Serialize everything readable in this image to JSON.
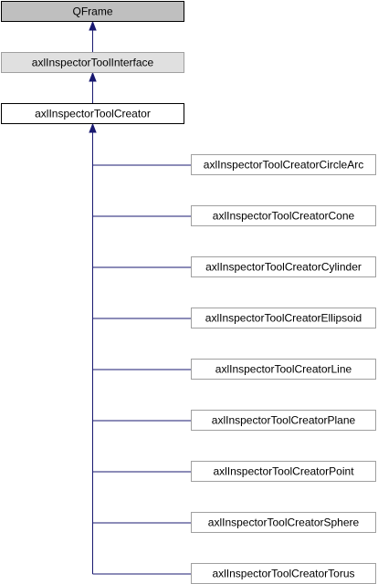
{
  "diagram": {
    "type": "class-inheritance",
    "colors": {
      "edge": "#191970",
      "ancestor_fill": "#bfbfbf",
      "base_fill": "#e0e0e0",
      "current_fill": "#ffffff",
      "child_fill": "#ffffff",
      "ancestor_border": "#000000",
      "base_border": "#a0a0a0",
      "child_border": "#a0a0a0"
    },
    "nodes": [
      {
        "id": "qframe",
        "label": "QFrame",
        "role": "ancestor"
      },
      {
        "id": "interface",
        "label": "axlInspectorToolInterface",
        "role": "base"
      },
      {
        "id": "creator",
        "label": "axlInspectorToolCreator",
        "role": "current"
      },
      {
        "id": "circlearc",
        "label": "axlInspectorToolCreatorCircleArc",
        "role": "child"
      },
      {
        "id": "cone",
        "label": "axlInspectorToolCreatorCone",
        "role": "child"
      },
      {
        "id": "cylinder",
        "label": "axlInspectorToolCreatorCylinder",
        "role": "child"
      },
      {
        "id": "ellipsoid",
        "label": "axlInspectorToolCreatorEllipsoid",
        "role": "child"
      },
      {
        "id": "line",
        "label": "axlInspectorToolCreatorLine",
        "role": "child"
      },
      {
        "id": "plane",
        "label": "axlInspectorToolCreatorPlane",
        "role": "child"
      },
      {
        "id": "point",
        "label": "axlInspectorToolCreatorPoint",
        "role": "child"
      },
      {
        "id": "sphere",
        "label": "axlInspectorToolCreatorSphere",
        "role": "child"
      },
      {
        "id": "torus",
        "label": "axlInspectorToolCreatorTorus",
        "role": "child"
      }
    ],
    "edges": [
      {
        "from": "interface",
        "to": "qframe"
      },
      {
        "from": "creator",
        "to": "interface"
      },
      {
        "from": "circlearc",
        "to": "creator"
      },
      {
        "from": "cone",
        "to": "creator"
      },
      {
        "from": "cylinder",
        "to": "creator"
      },
      {
        "from": "ellipsoid",
        "to": "creator"
      },
      {
        "from": "line",
        "to": "creator"
      },
      {
        "from": "plane",
        "to": "creator"
      },
      {
        "from": "point",
        "to": "creator"
      },
      {
        "from": "sphere",
        "to": "creator"
      },
      {
        "from": "torus",
        "to": "creator"
      }
    ]
  }
}
